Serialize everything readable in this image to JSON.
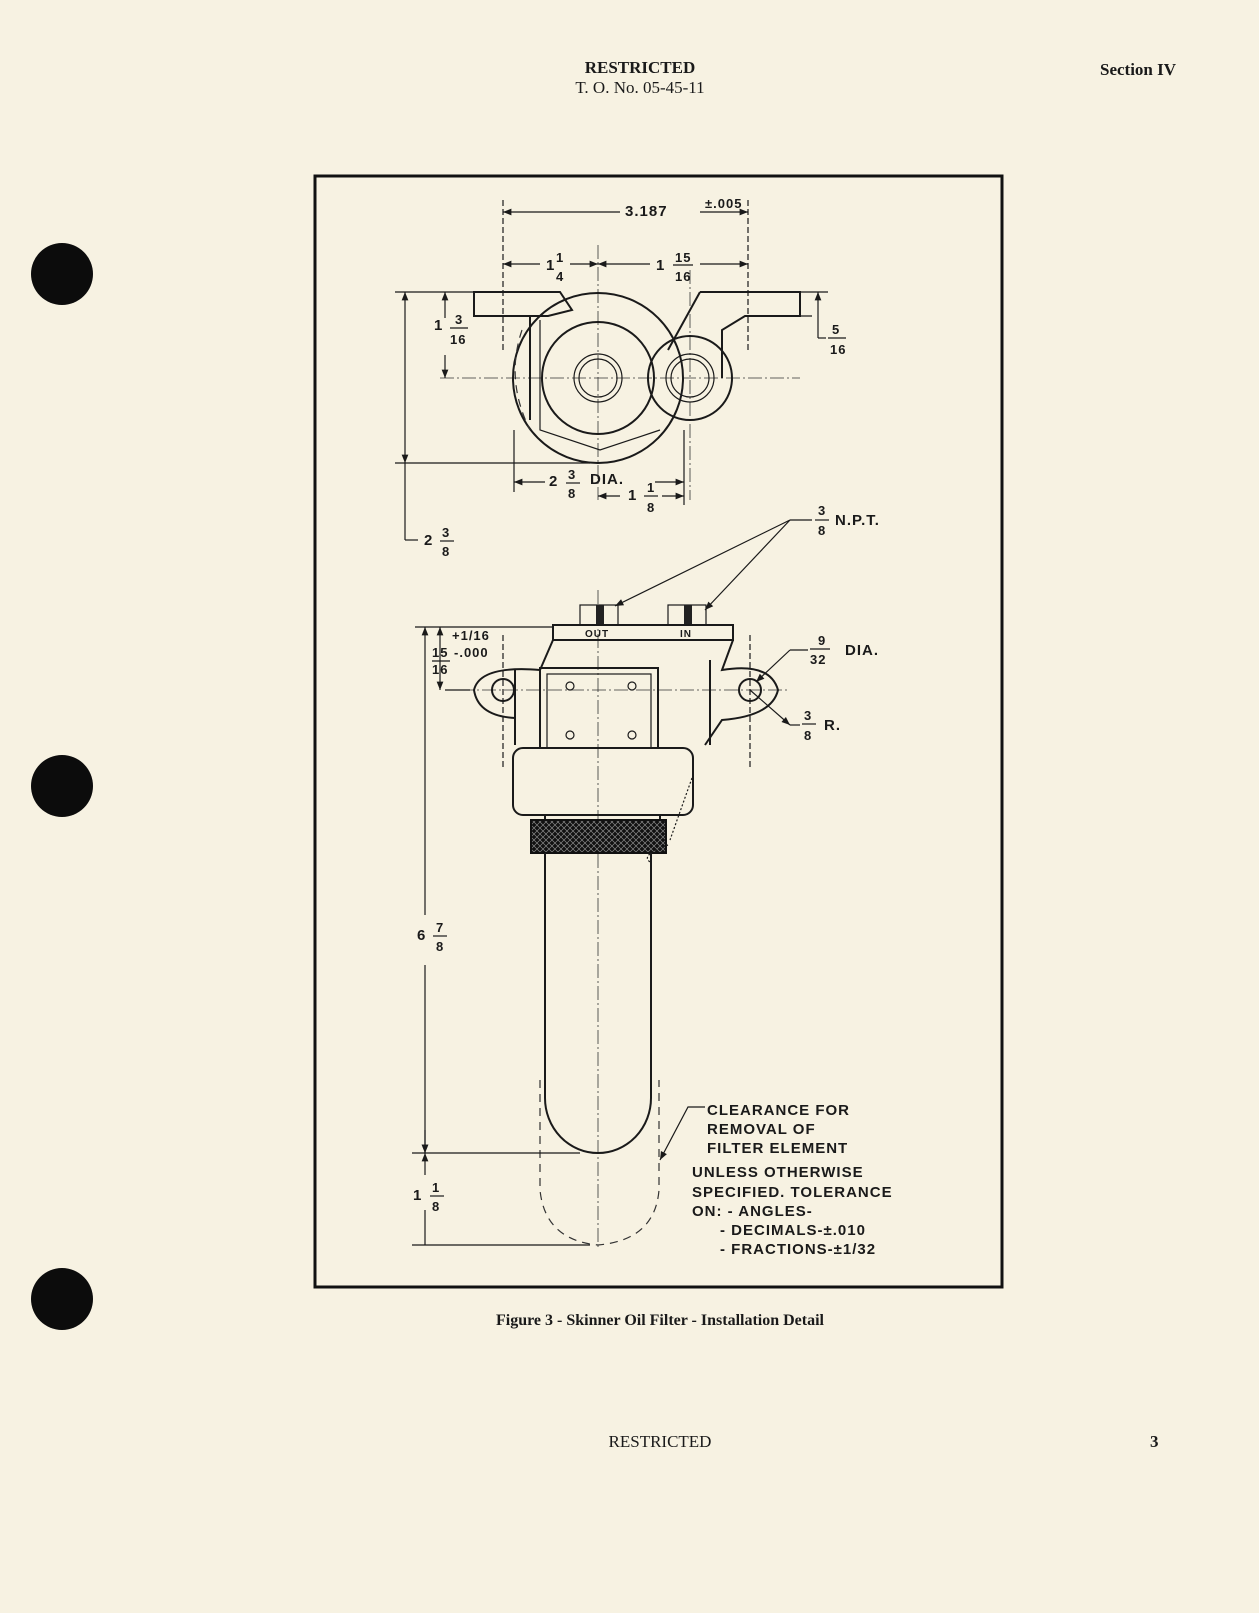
{
  "header": {
    "classification": "RESTRICTED",
    "tech_order": "T. O. No. 05-45-11",
    "section": "Section IV"
  },
  "figure": {
    "caption": "Figure 3 - Skinner Oil Filter - Installation Detail",
    "top_view": {
      "overall_width": "3.187",
      "overall_tol": "±.005",
      "left_offset": {
        "whole": "1",
        "num": "1",
        "den": "4"
      },
      "right_offset": {
        "whole": "1",
        "num": "15",
        "den": "16"
      },
      "center_height": {
        "whole": "1",
        "num": "3",
        "den": "16"
      },
      "flange_thickness": {
        "num": "5",
        "den": "16"
      },
      "overall_height": {
        "whole": "2",
        "num": "3",
        "den": "8"
      },
      "diameter": {
        "whole": "2",
        "num": "3",
        "den": "8",
        "suffix": "DIA."
      },
      "port_spacing": {
        "whole": "1",
        "num": "1",
        "den": "8"
      }
    },
    "side_view": {
      "npt": {
        "num": "3",
        "den": "8",
        "suffix": "N.P.T."
      },
      "port_out": "OUT",
      "port_in": "IN",
      "mount_tol_plus": "+1/16",
      "mount_height": {
        "num": "15",
        "den": "16",
        "minus": "-.000"
      },
      "hole_dia": {
        "num": "9",
        "den": "32",
        "suffix": "DIA."
      },
      "lug_radius": {
        "num": "3",
        "den": "8",
        "suffix": "R."
      },
      "overall_length": {
        "whole": "6",
        "num": "7",
        "den": "8"
      },
      "clearance_length": {
        "whole": "1",
        "num": "1",
        "den": "8"
      }
    },
    "notes": {
      "clearance": [
        "CLEARANCE FOR",
        "REMOVAL OF",
        "FILTER ELEMENT"
      ],
      "tolerance": [
        "UNLESS OTHERWISE",
        "SPECIFIED. TOLERANCE",
        "ON: - ANGLES-",
        "- DECIMALS-±.010",
        "- FRACTIONS-±1/32"
      ]
    }
  },
  "footer": {
    "classification": "RESTRICTED",
    "page_number": "3"
  }
}
